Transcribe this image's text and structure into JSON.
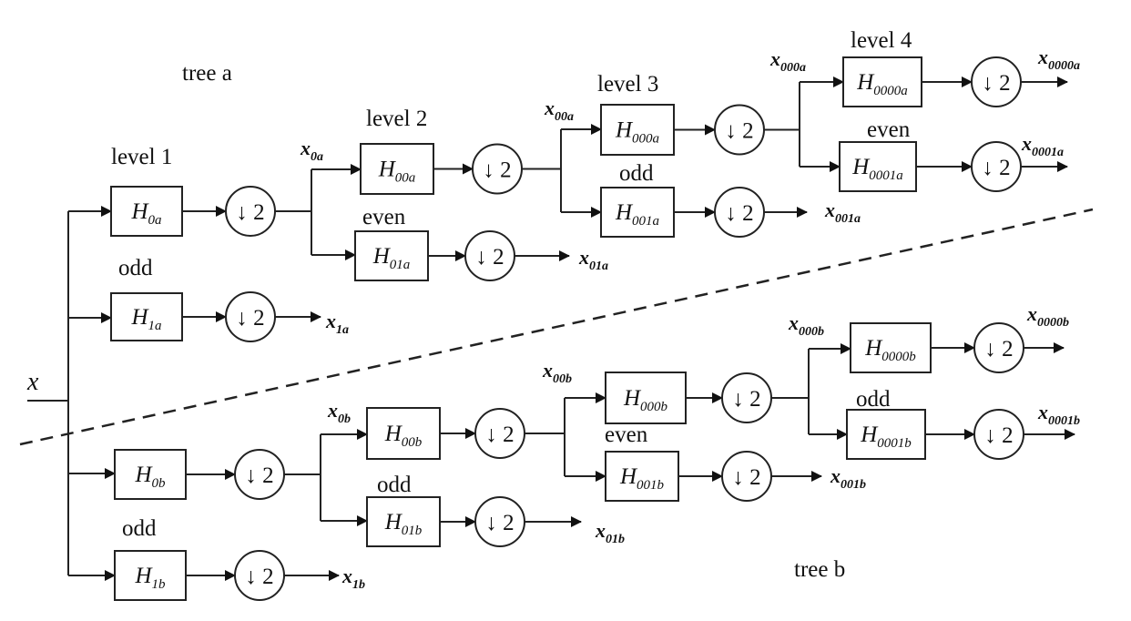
{
  "tree_a": {
    "title": "tree a",
    "level1": "level 1",
    "level2": "level 2",
    "level3": "level 3",
    "level4": "level 4",
    "odd_1": "odd",
    "even_2": "even",
    "odd_3": "odd",
    "even_4": "even",
    "H0a": {
      "base": "H",
      "sub": "0a"
    },
    "H1a": {
      "base": "H",
      "sub": "1a"
    },
    "H00a": {
      "base": "H",
      "sub": "00a"
    },
    "H01a": {
      "base": "H",
      "sub": "01a"
    },
    "H000a": {
      "base": "H",
      "sub": "000a"
    },
    "H001a": {
      "base": "H",
      "sub": "001a"
    },
    "H0000a": {
      "base": "H",
      "sub": "0000a"
    },
    "H0001a": {
      "base": "H",
      "sub": "0001a"
    },
    "x0a": {
      "base": "x",
      "sub": "0a"
    },
    "x00a": {
      "base": "x",
      "sub": "00a"
    },
    "x000a": {
      "base": "x",
      "sub": "000a"
    },
    "x1a": {
      "base": "x",
      "sub": "1a"
    },
    "x01a": {
      "base": "x",
      "sub": "01a"
    },
    "x001a": {
      "base": "x",
      "sub": "001a"
    },
    "x0000a": {
      "base": "x",
      "sub": "0000a"
    },
    "x0001a": {
      "base": "x",
      "sub": "0001a"
    }
  },
  "tree_b": {
    "title": "tree b",
    "odd_1": "odd",
    "odd_2": "odd",
    "even_3": "even",
    "odd_4": "odd",
    "H0b": {
      "base": "H",
      "sub": "0b"
    },
    "H1b": {
      "base": "H",
      "sub": "1b"
    },
    "H00b": {
      "base": "H",
      "sub": "00b"
    },
    "H01b": {
      "base": "H",
      "sub": "01b"
    },
    "H000b": {
      "base": "H",
      "sub": "000b"
    },
    "H001b": {
      "base": "H",
      "sub": "001b"
    },
    "H0000b": {
      "base": "H",
      "sub": "0000b"
    },
    "H0001b": {
      "base": "H",
      "sub": "0001b"
    },
    "x0b": {
      "base": "x",
      "sub": "0b"
    },
    "x00b": {
      "base": "x",
      "sub": "00b"
    },
    "x000b": {
      "base": "x",
      "sub": "000b"
    },
    "x1b": {
      "base": "x",
      "sub": "1b"
    },
    "x01b": {
      "base": "x",
      "sub": "01b"
    },
    "x001b": {
      "base": "x",
      "sub": "001b"
    },
    "x0000b": {
      "base": "x",
      "sub": "0000b"
    },
    "x0001b": {
      "base": "x",
      "sub": "0001b"
    }
  },
  "input": "x",
  "downsample": "↓ 2"
}
